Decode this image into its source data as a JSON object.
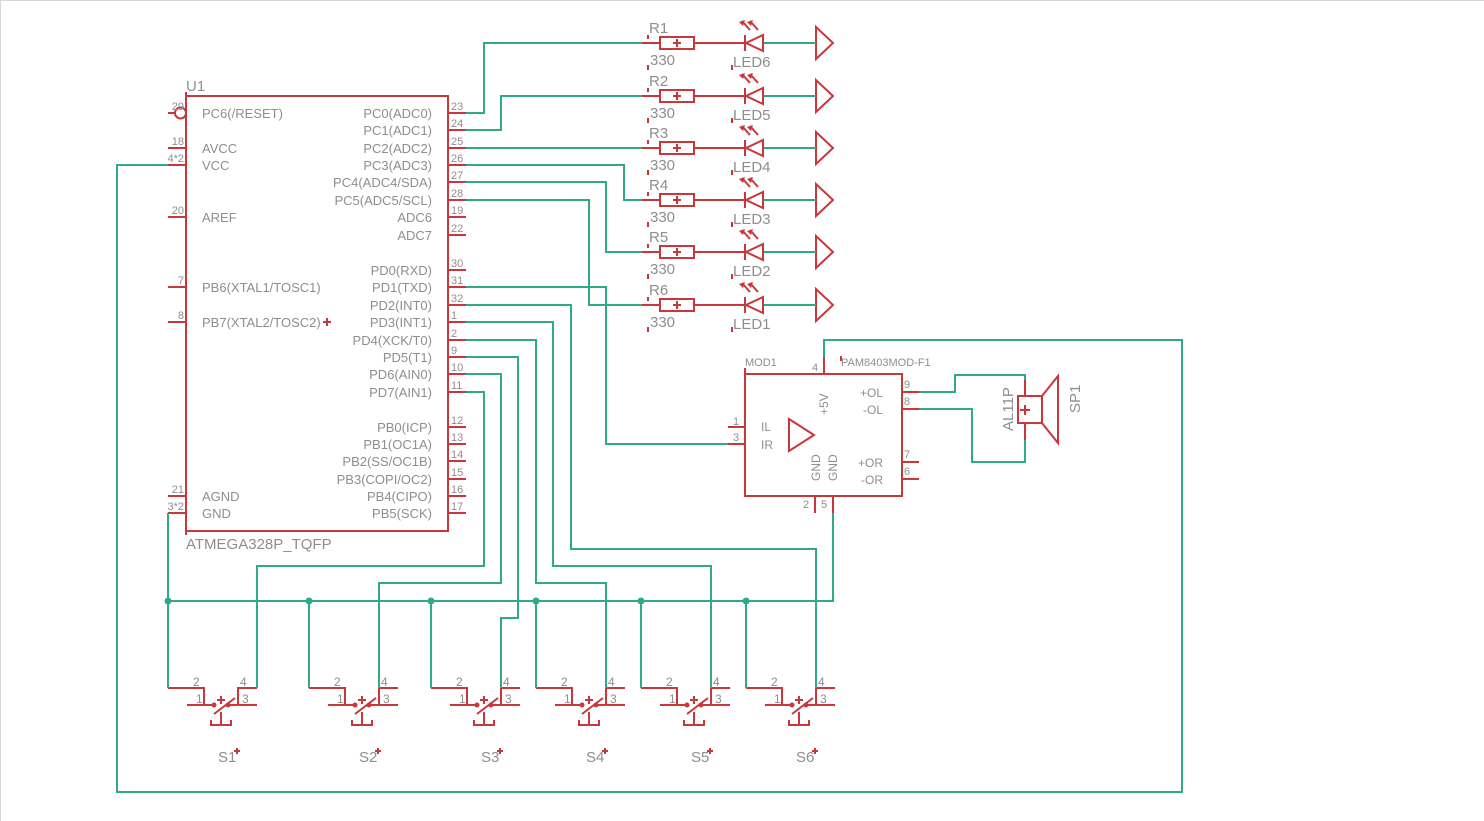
{
  "colors": {
    "part": "#c9373b",
    "wire": "#2fa98a",
    "text": "#8e8e8e"
  },
  "u1": {
    "name": "U1",
    "value": "ATMEGA328P_TQFP",
    "left_pins": [
      {
        "num": "29",
        "label": "PC6(/RESET)"
      },
      {
        "num": "18",
        "label": "AVCC"
      },
      {
        "num": "4*2",
        "label": "VCC"
      },
      {
        "num": "20",
        "label": "AREF"
      },
      {
        "num": "7",
        "label": "PB6(XTAL1/TOSC1)"
      },
      {
        "num": "8",
        "label": "PB7(XTAL2/TOSC2)"
      },
      {
        "num": "21",
        "label": "AGND"
      },
      {
        "num": "3*2",
        "label": "GND"
      }
    ],
    "right_pins": [
      {
        "num": "23",
        "label": "PC0(ADC0)"
      },
      {
        "num": "24",
        "label": "PC1(ADC1)"
      },
      {
        "num": "25",
        "label": "PC2(ADC2)"
      },
      {
        "num": "26",
        "label": "PC3(ADC3)"
      },
      {
        "num": "27",
        "label": "PC4(ADC4/SDA)"
      },
      {
        "num": "28",
        "label": "PC5(ADC5/SCL)"
      },
      {
        "num": "19",
        "label": "ADC6"
      },
      {
        "num": "22",
        "label": "ADC7"
      },
      {
        "num": "30",
        "label": "PD0(RXD)"
      },
      {
        "num": "31",
        "label": "PD1(TXD)"
      },
      {
        "num": "32",
        "label": "PD2(INT0)"
      },
      {
        "num": "1",
        "label": "PD3(INT1)"
      },
      {
        "num": "2",
        "label": "PD4(XCK/T0)"
      },
      {
        "num": "9",
        "label": "PD5(T1)"
      },
      {
        "num": "10",
        "label": "PD6(AIN0)"
      },
      {
        "num": "11",
        "label": "PD7(AIN1)"
      },
      {
        "num": "12",
        "label": "PB0(ICP)"
      },
      {
        "num": "13",
        "label": "PB1(OC1A)"
      },
      {
        "num": "14",
        "label": "PB2(SS/OC1B)"
      },
      {
        "num": "15",
        "label": "PB3(COPI/OC2)"
      },
      {
        "num": "16",
        "label": "PB4(CIPO)"
      },
      {
        "num": "17",
        "label": "PB5(SCK)"
      }
    ]
  },
  "led_rows": [
    {
      "resistor": "R1",
      "value": "330",
      "led": "LED6"
    },
    {
      "resistor": "R2",
      "value": "330",
      "led": "LED5"
    },
    {
      "resistor": "R3",
      "value": "330",
      "led": "LED4"
    },
    {
      "resistor": "R4",
      "value": "330",
      "led": "LED3"
    },
    {
      "resistor": "R5",
      "value": "330",
      "led": "LED2"
    },
    {
      "resistor": "R6",
      "value": "330",
      "led": "LED1"
    }
  ],
  "mod1": {
    "name": "MOD1",
    "value": "PAM8403MOD-F1",
    "pin_il": "IL",
    "pin_ir": "IR",
    "pin_5v": "+5V",
    "pin_gnd1": "GND",
    "pin_gnd2": "GND",
    "pin_pol": "+OL",
    "pin_nol": "-OL",
    "pin_por": "+OR",
    "pin_nor": "-OR",
    "num_il": "1",
    "num_ir": "3",
    "num_5v": "4",
    "num_gnd1": "2",
    "num_gnd2": "5",
    "num_pol": "9",
    "num_nol": "8",
    "num_por": "7",
    "num_nor": "6"
  },
  "speaker": {
    "name": "SP1",
    "value": "AL11P"
  },
  "switches": [
    "S1",
    "S2",
    "S3",
    "S4",
    "S5",
    "S6"
  ],
  "switch_pins": [
    "1",
    "2",
    "3",
    "4"
  ]
}
